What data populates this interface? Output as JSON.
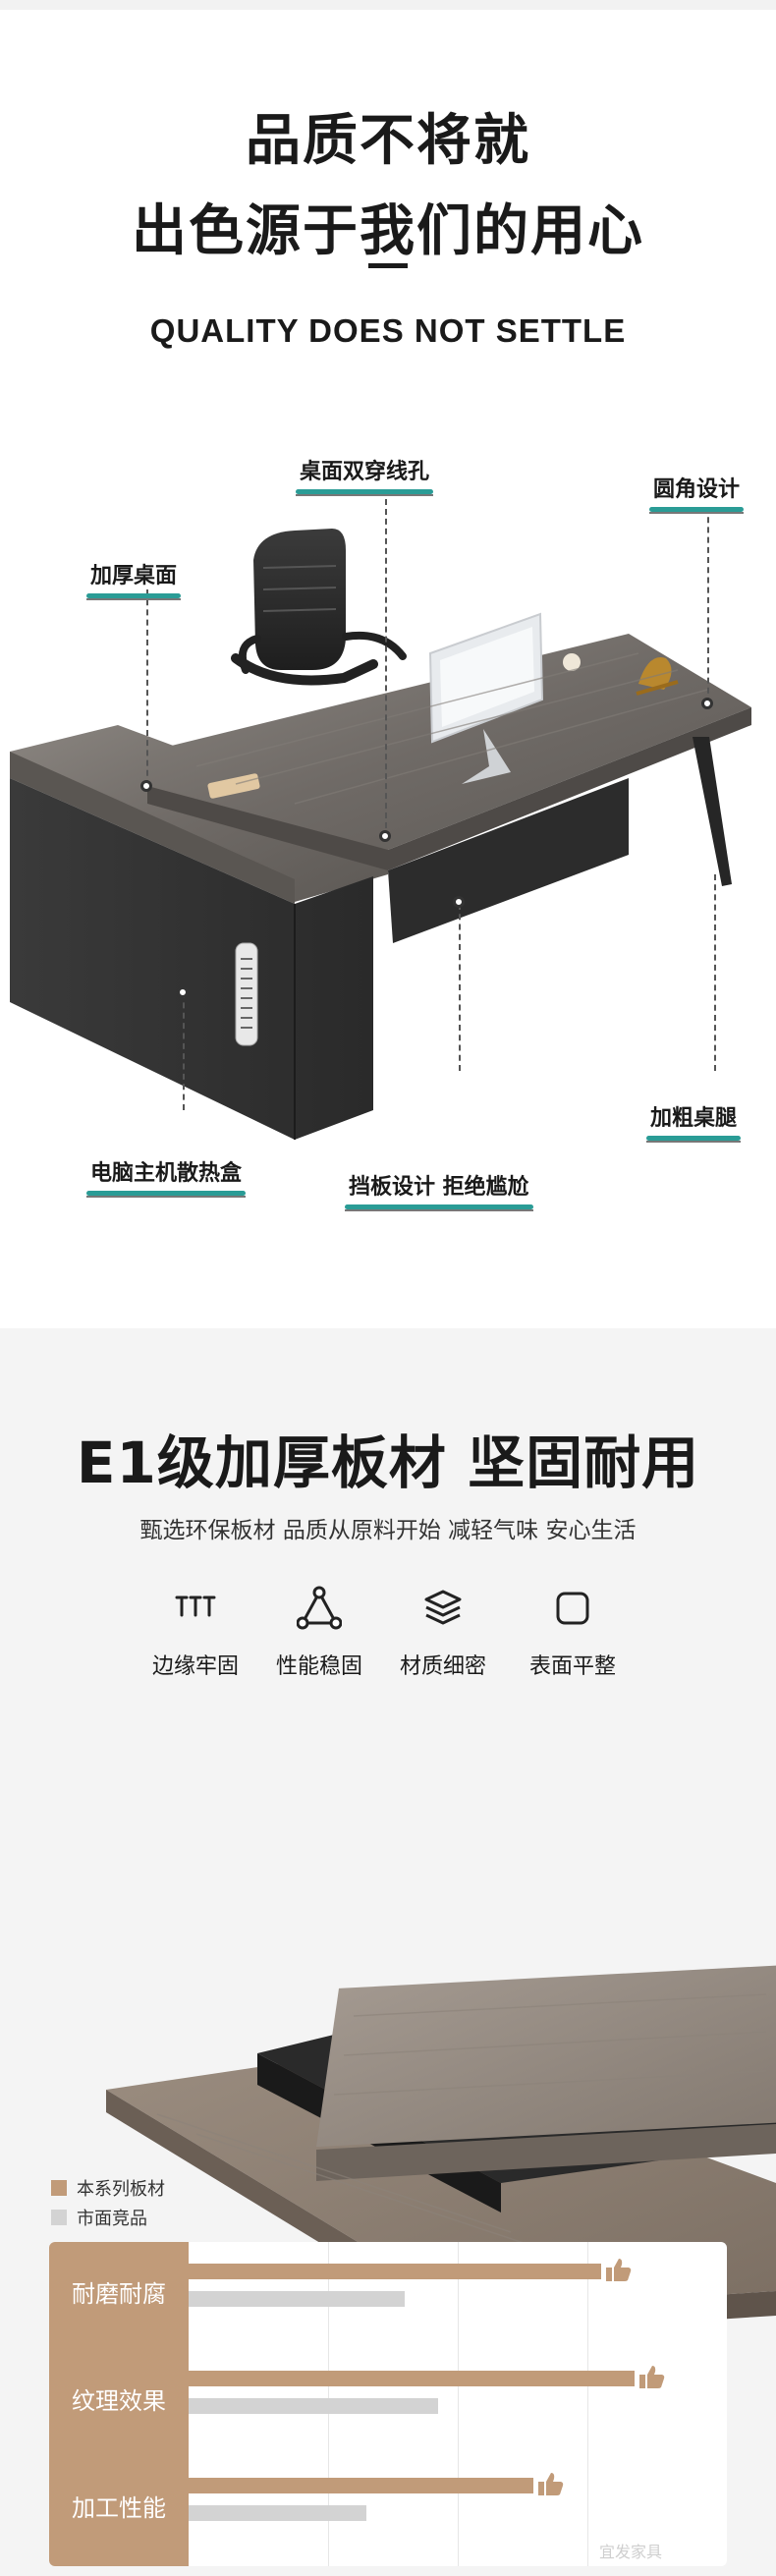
{
  "hero": {
    "title_line1": "品质不将就",
    "title_line2": "出色源于我们的用心",
    "subtitle_en": "QUALITY DOES NOT SETTLE"
  },
  "callouts": {
    "desktop_holes": "桌面双穿线孔",
    "rounded_corner": "圆角设计",
    "thick_top": "加厚桌面",
    "thick_legs": "加粗桌腿",
    "baffle": "挡板设计 拒绝尴尬",
    "cpu_box": "电脑主机散热盒"
  },
  "material": {
    "title": "E1级加厚板材 坚固耐用",
    "subtitle": "甄选环保板材 品质从原料开始 减轻气味 安心生活",
    "features": [
      {
        "icon": "screws-icon",
        "label": "边缘牢固"
      },
      {
        "icon": "triangle-nodes-icon",
        "label": "性能稳固"
      },
      {
        "icon": "layers-icon",
        "label": "材质细密"
      },
      {
        "icon": "rounded-square-icon",
        "label": "表面平整"
      }
    ]
  },
  "comparison": {
    "legend": [
      {
        "label": "本系列板材",
        "color": "#c19b79"
      },
      {
        "label": "市面竞品",
        "color": "#d3d3d3"
      }
    ],
    "colors": {
      "ours": "#c19b79",
      "market": "#d3d3d3",
      "accent": "#2a9c96"
    },
    "rows": [
      {
        "label": "耐磨耐腐",
        "ours": 0.86,
        "market": 0.45
      },
      {
        "label": "纹理效果",
        "ours": 0.93,
        "market": 0.52
      },
      {
        "label": "加工性能",
        "ours": 0.72,
        "market": 0.37
      }
    ],
    "watermark": "宜发家具"
  }
}
